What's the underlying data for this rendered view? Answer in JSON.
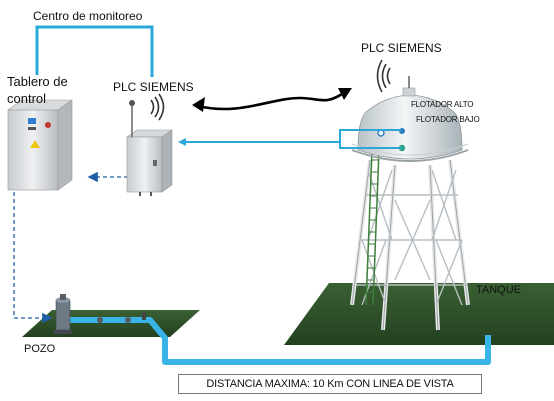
{
  "labels": {
    "centro_monitoreo": "Centro de monitoreo",
    "tablero_control": "Tablero de control",
    "plc_left": "PLC SIEMENS",
    "plc_right": "PLC SIEMENS",
    "flotador_alto": "FLOTADOR ALTO",
    "flotador_bajo": "FLOTADOR BAJO",
    "tanque": "TANQUE",
    "pozo": "POZO",
    "distancia": "DISTANCIA MAXIMA: 10 Km CON LINEA DE VISTA"
  },
  "colors": {
    "signal_line": "#2aa8d8",
    "pipe": "#39b4e6",
    "ground": "#2f4f2a",
    "tower": "#ffffff",
    "tank": "#e9eef0"
  }
}
